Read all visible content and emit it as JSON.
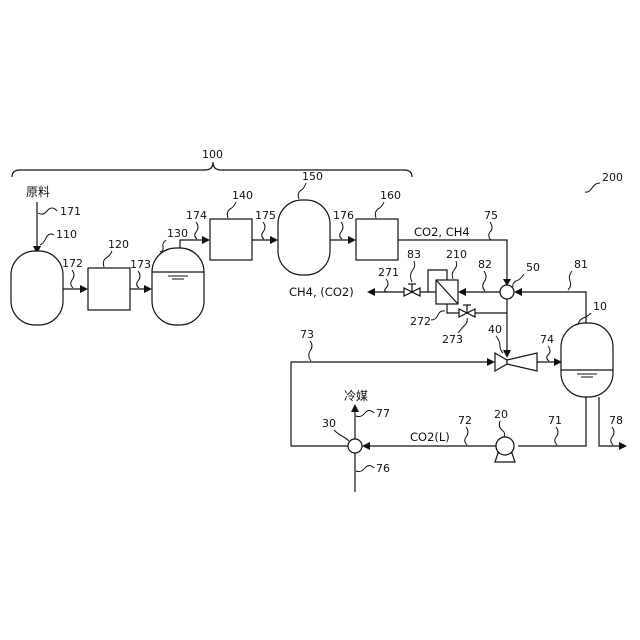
{
  "labels": {
    "system": "100",
    "figure": "200",
    "feed_material": "原料",
    "refrigerant": "冷媒",
    "co2_ch4": "CO2, CH4",
    "ch4_co2": "CH4, (CO2)",
    "co2_liquid": "CO2(L)"
  },
  "refs": {
    "r110": "110",
    "r120": "120",
    "r130": "130",
    "r140": "140",
    "r150": "150",
    "r160": "160",
    "r171": "171",
    "r172": "172",
    "r173": "173",
    "r174": "174",
    "r175": "175",
    "r176": "176",
    "r10": "10",
    "r20": "20",
    "r30": "30",
    "r40": "40",
    "r50": "50",
    "r71": "71",
    "r72": "72",
    "r73": "73",
    "r74": "74",
    "r75": "75",
    "r76": "76",
    "r77": "77",
    "r78": "78",
    "r81": "81",
    "r82": "82",
    "r83": "83",
    "r210": "210",
    "r271": "271",
    "r272": "272",
    "r273": "273"
  },
  "colors": {
    "line": "#111111",
    "background": "#ffffff"
  }
}
